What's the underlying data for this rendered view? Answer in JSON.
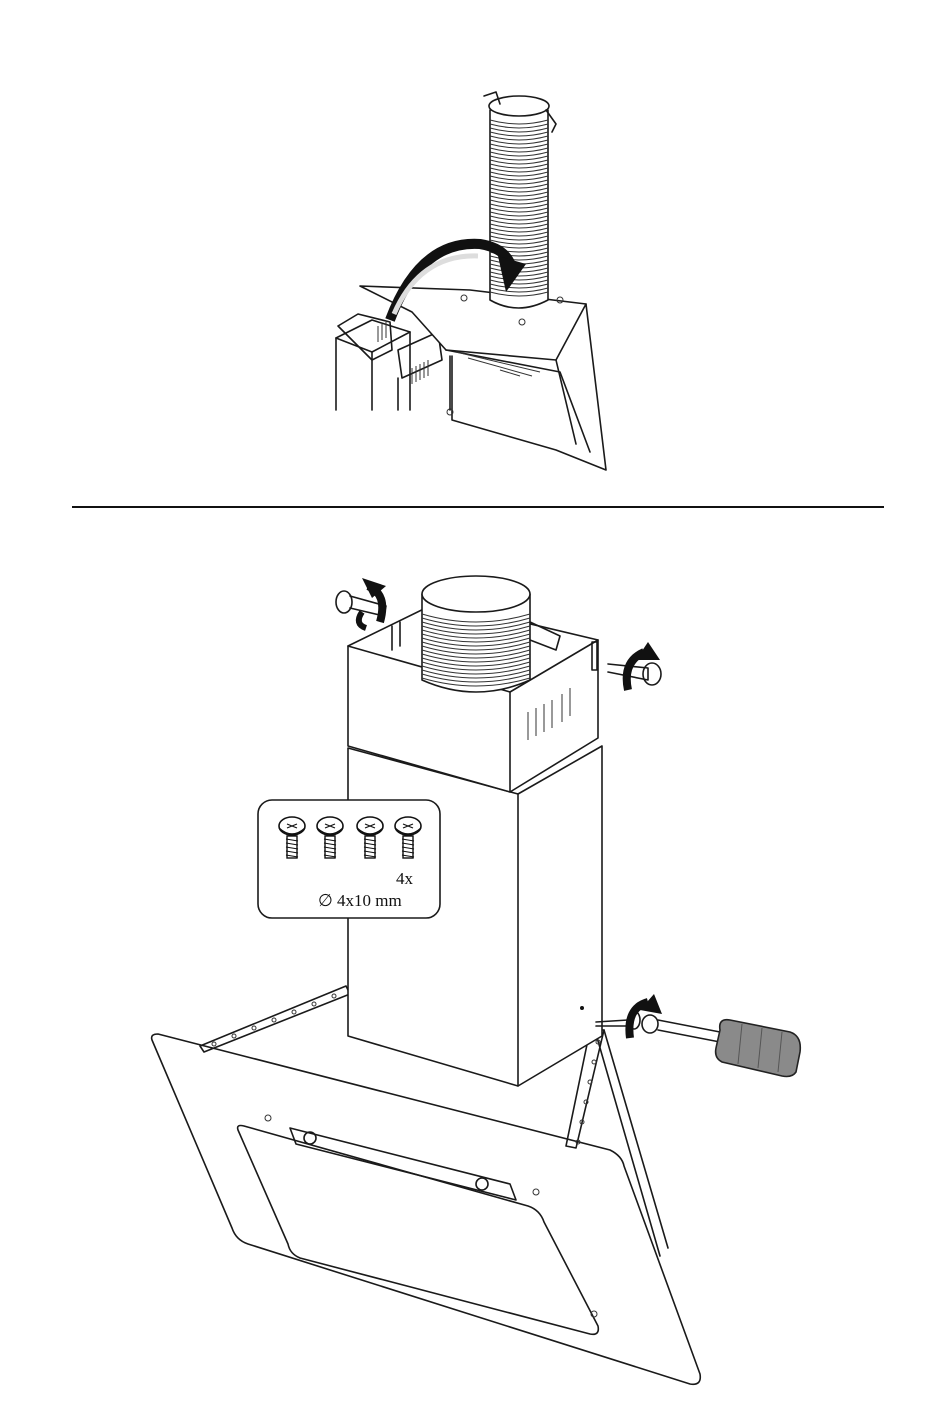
{
  "screw_callout": {
    "quantity": "4x",
    "size": "∅ 4x10 mm"
  },
  "colors": {
    "line": "#1a1a1a",
    "screwdriver_handle": "#8a8a8a",
    "background": "#ffffff"
  },
  "icons": [
    "duct-pipe",
    "bend-arrow",
    "chimney-cover",
    "rotate-arrow",
    "screw",
    "screwdriver",
    "glass-hood"
  ]
}
